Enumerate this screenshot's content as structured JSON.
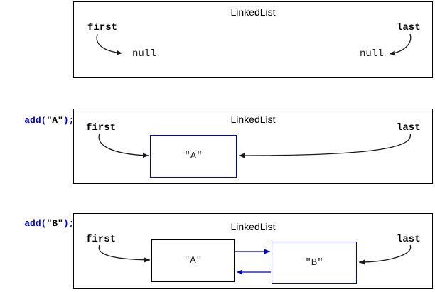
{
  "colors": {
    "node_highlight_blue": "#0000cc",
    "code_blue": "#0000cc",
    "box_border_black": "#000000",
    "arrow_black": "#1a1a1a"
  },
  "panels": [
    {
      "title": "LinkedList",
      "first_label": "first",
      "last_label": "last",
      "first_value": "null",
      "last_value": "null"
    },
    {
      "code": {
        "call": "add(",
        "arg": "\"A\"",
        "end": ");"
      },
      "title": "LinkedList",
      "first_label": "first",
      "last_label": "last",
      "nodes": [
        {
          "value": "\"A\""
        }
      ]
    },
    {
      "code": {
        "call": "add(",
        "arg": "\"B\"",
        "end": ");"
      },
      "title": "LinkedList",
      "first_label": "first",
      "last_label": "last",
      "nodes": [
        {
          "value": "\"A\""
        },
        {
          "value": "\"B\""
        }
      ]
    }
  ]
}
